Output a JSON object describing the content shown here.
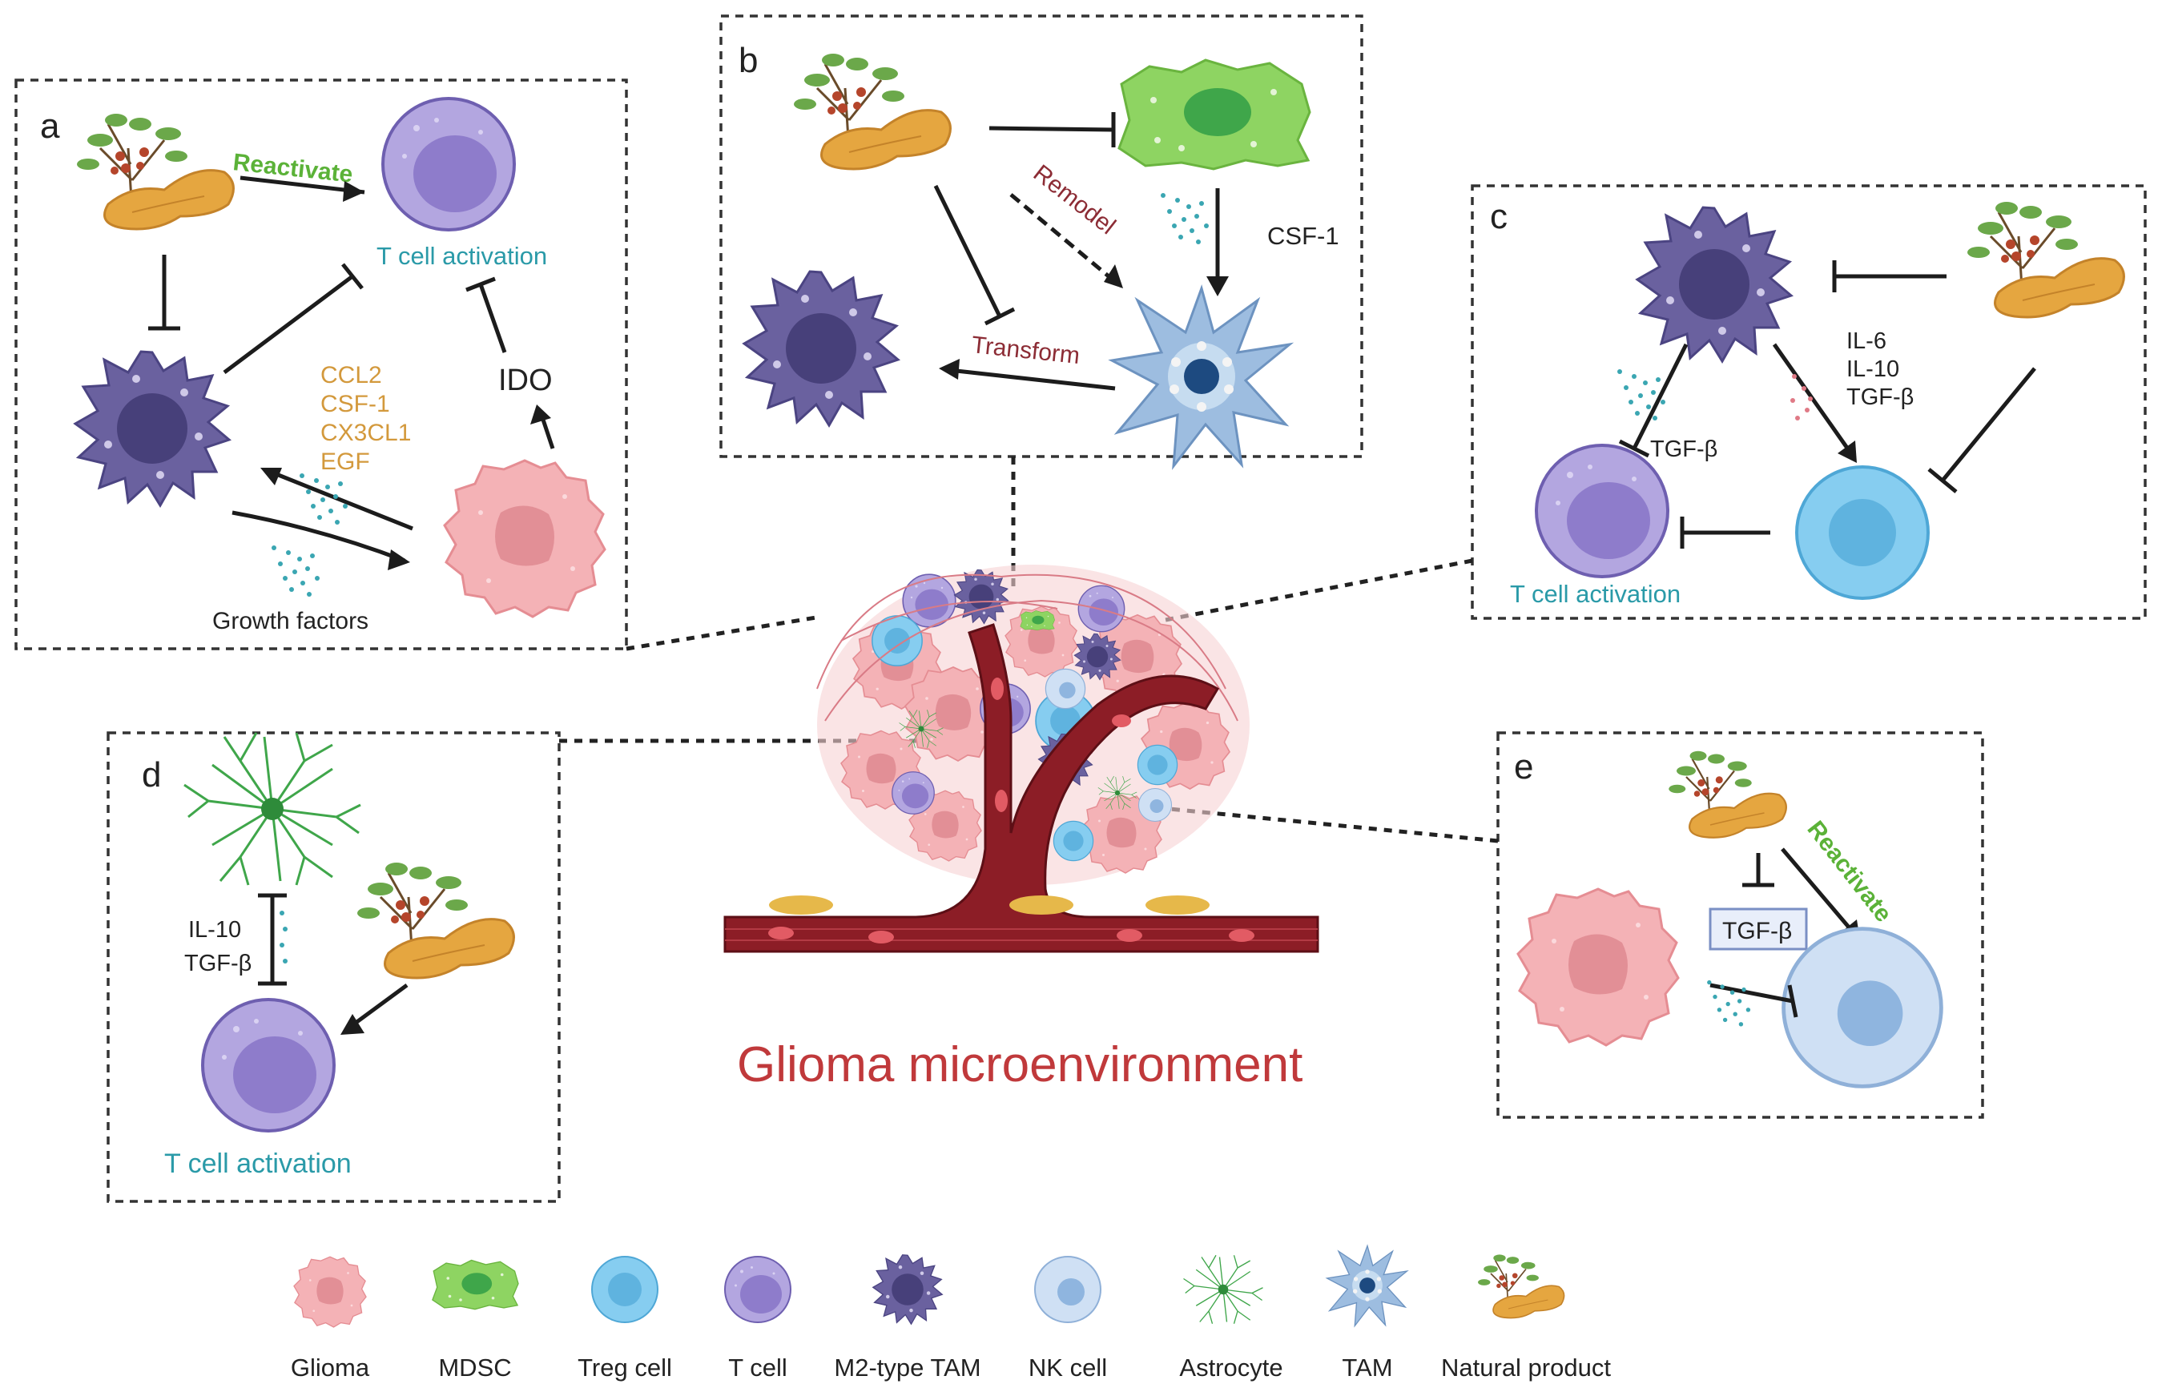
{
  "title": "Glioma microenvironment",
  "panels": {
    "a": {
      "letter": "a",
      "reactivate": "Reactivate",
      "t_activation": "T cell activation",
      "factors": [
        "CCL2",
        "CSF-1",
        "CX3CL1",
        "EGF"
      ],
      "ido": "IDO",
      "growth_factors": "Growth factors"
    },
    "b": {
      "letter": "b",
      "remodel": "Remodel",
      "transform": "Transform",
      "csf1": "CSF-1"
    },
    "c": {
      "letter": "c",
      "factors": [
        "IL-6",
        "IL-10",
        "TGF-β"
      ],
      "tgf": "TGF-β",
      "t_activation": "T cell activation"
    },
    "d": {
      "letter": "d",
      "factors": [
        "IL-10",
        "TGF-β"
      ],
      "t_activation": "T cell activation"
    },
    "e": {
      "letter": "e",
      "tgf": "TGF-β",
      "reactivate": "Reactivate"
    }
  },
  "legend": [
    {
      "label": "Glioma",
      "icon": "glioma-cell-icon"
    },
    {
      "label": "MDSC",
      "icon": "mdsc-cell-icon"
    },
    {
      "label": "Treg cell",
      "icon": "treg-cell-icon"
    },
    {
      "label": "T cell",
      "icon": "t-cell-icon"
    },
    {
      "label": "M2-type TAM",
      "icon": "m2-tam-icon"
    },
    {
      "label": "NK cell",
      "icon": "nk-cell-icon"
    },
    {
      "label": "Astrocyte",
      "icon": "astrocyte-icon"
    },
    {
      "label": "TAM",
      "icon": "tam-icon"
    },
    {
      "label": "Natural product",
      "icon": "natural-product-icon"
    }
  ],
  "colors": {
    "t_cell": "#a99ad8",
    "m2_tam": "#6f67a6",
    "glioma": "#f2a7ac",
    "mdsc": "#8dd35f",
    "treg": "#7fc8ee",
    "nk": "#c9dcf2",
    "astrocyte": "#4caf50",
    "tam": "#8fb4d9",
    "natural_product": "#e5a640",
    "vessel": "#8c1d26",
    "title": "#c0393b"
  }
}
